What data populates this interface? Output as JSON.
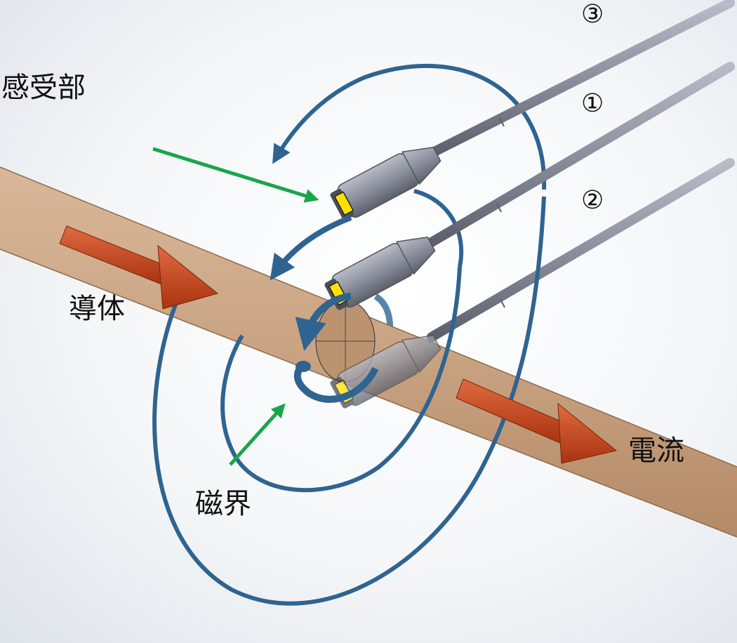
{
  "labels": {
    "sensor": "感受部",
    "conductor": "導体",
    "magnetic_field": "磁界",
    "current": "電流"
  },
  "probe_numbers": {
    "p1": "①",
    "p2": "②",
    "p3": "③"
  },
  "colors": {
    "conductor": "#c9a382",
    "current_arrow": "#c0401e",
    "field_line": "#2f6491",
    "pointer_arrow": "#1aa54b",
    "probe_body": "#8c909e",
    "sensor_tip": "#ffe100"
  }
}
